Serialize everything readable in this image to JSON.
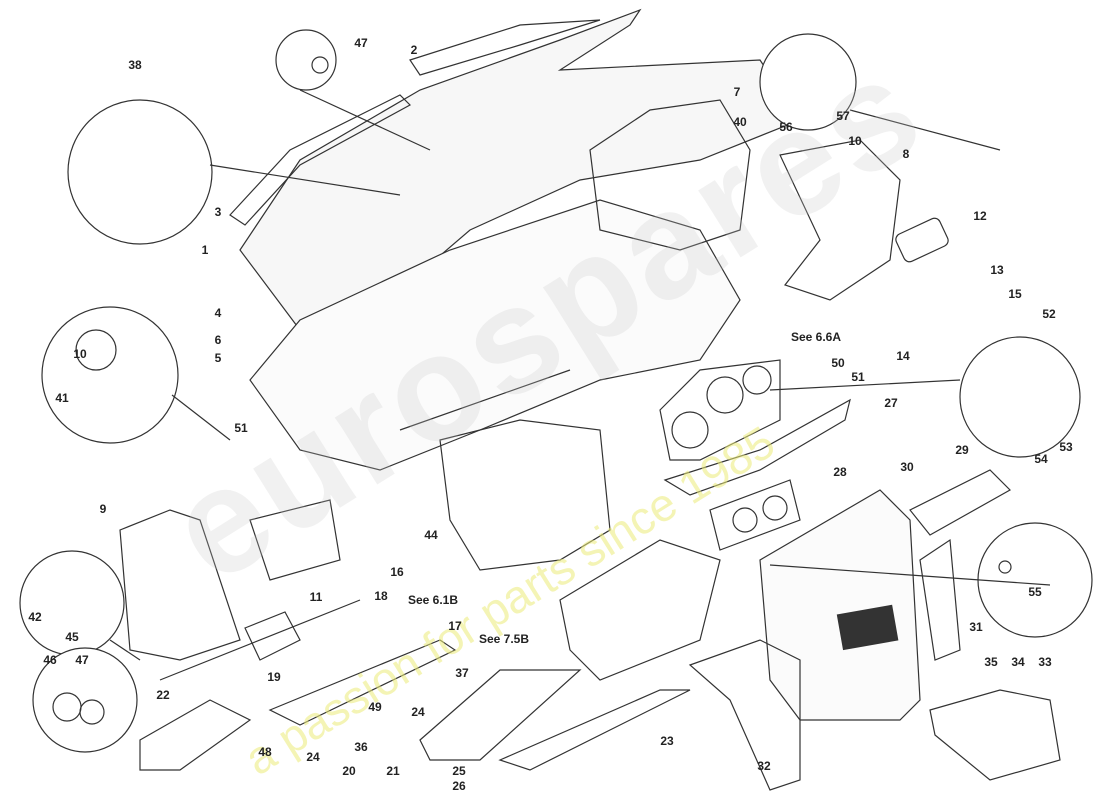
{
  "diagram": {
    "labels": [
      "38",
      "47",
      "2",
      "7",
      "40",
      "10",
      "8",
      "56",
      "57",
      "12",
      "13",
      "15",
      "3",
      "1",
      "4",
      "6",
      "5",
      "See 6.6A",
      "14",
      "52",
      "50",
      "51",
      "27",
      "53",
      "54",
      "10",
      "41",
      "51",
      "29",
      "28",
      "30",
      "9",
      "44",
      "16",
      "55",
      "11",
      "18",
      "See 6.1B",
      "17",
      "31",
      "42",
      "45",
      "See 7.5B",
      "35",
      "34",
      "33",
      "46",
      "47",
      "19",
      "37",
      "22",
      "24",
      "49",
      "36",
      "23",
      "48",
      "24",
      "20",
      "21",
      "25",
      "26",
      "32"
    ],
    "line_color": "#333333",
    "watermark": {
      "brand": "eurospares",
      "tagline": "a passion for parts since 1985",
      "tagline_color": "#e8e870"
    }
  }
}
